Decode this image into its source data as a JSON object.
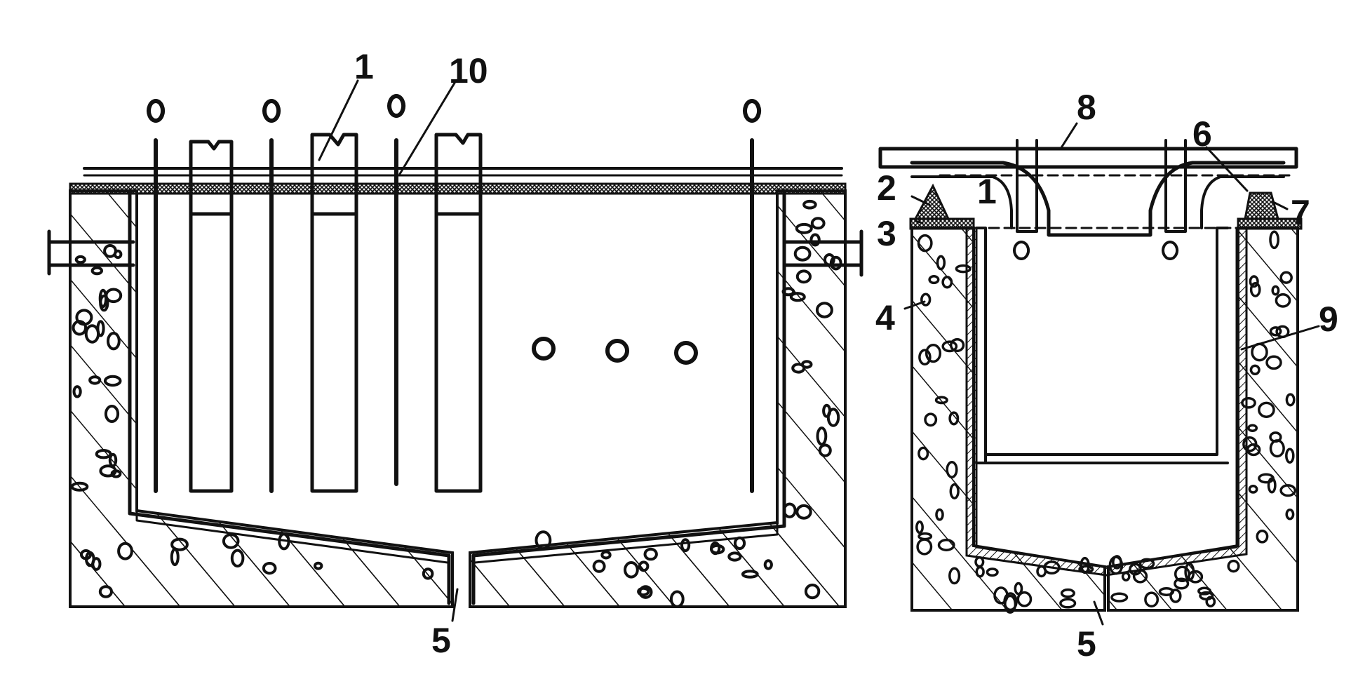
{
  "labels": {
    "lbl_1": "1",
    "lbl_10": "10",
    "lbl_5_left": "5",
    "lbl_8": "8",
    "lbl_6": "6",
    "lbl_2": "2",
    "lbl_1_right": "1",
    "lbl_7": "7",
    "lbl_3": "3",
    "lbl_4": "4",
    "lbl_9": "9",
    "lbl_5_right": "5"
  },
  "colors": {
    "ink": "#111111",
    "background": "#ffffff"
  }
}
